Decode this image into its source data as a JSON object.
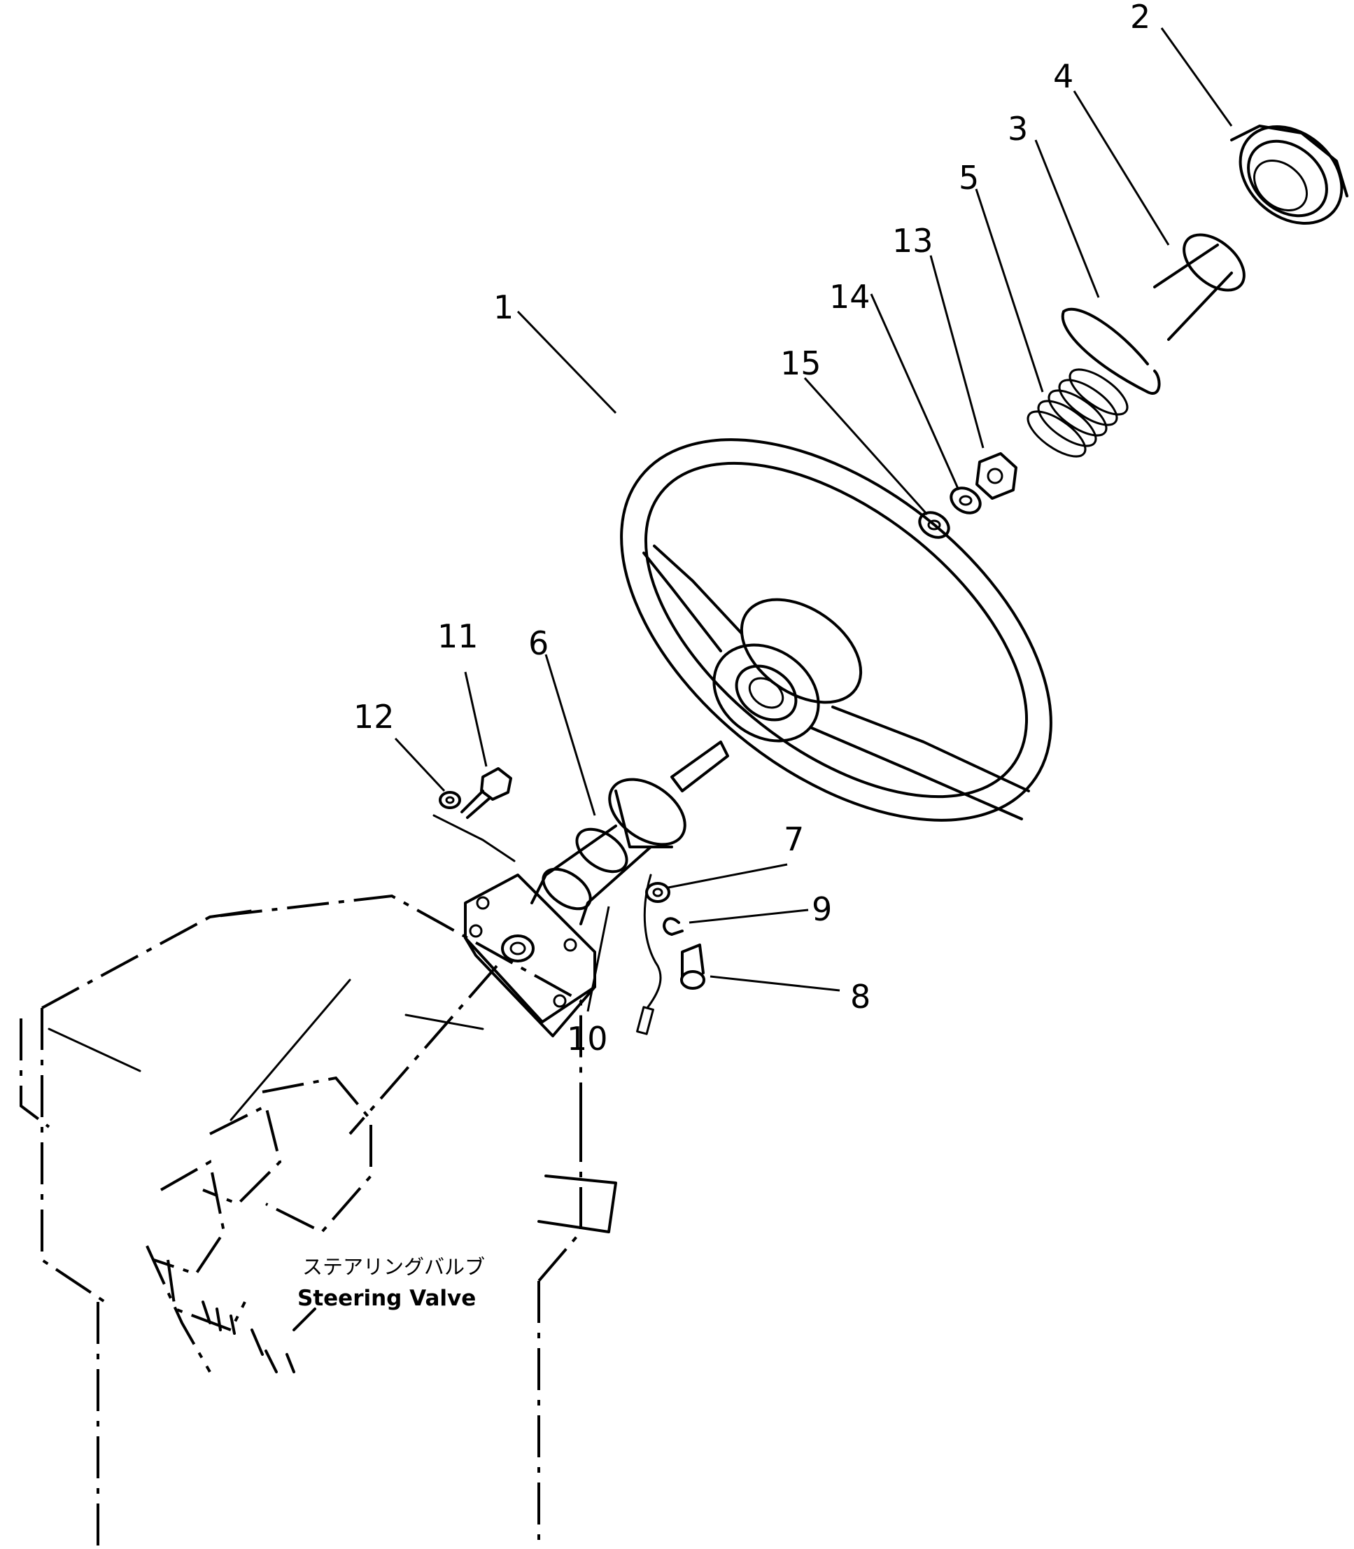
{
  "diagram": {
    "callouts": {
      "c1": "1",
      "c2": "2",
      "c3": "3",
      "c4": "4",
      "c5": "5",
      "c6": "6",
      "c7": "7",
      "c8": "8",
      "c9": "9",
      "c10": "10",
      "c11": "11",
      "c12": "12",
      "c13": "13",
      "c14": "14",
      "c15": "15"
    },
    "steering_valve": {
      "label_jp": "ステアリングバルブ",
      "label_en": "Steering  Valve"
    }
  }
}
